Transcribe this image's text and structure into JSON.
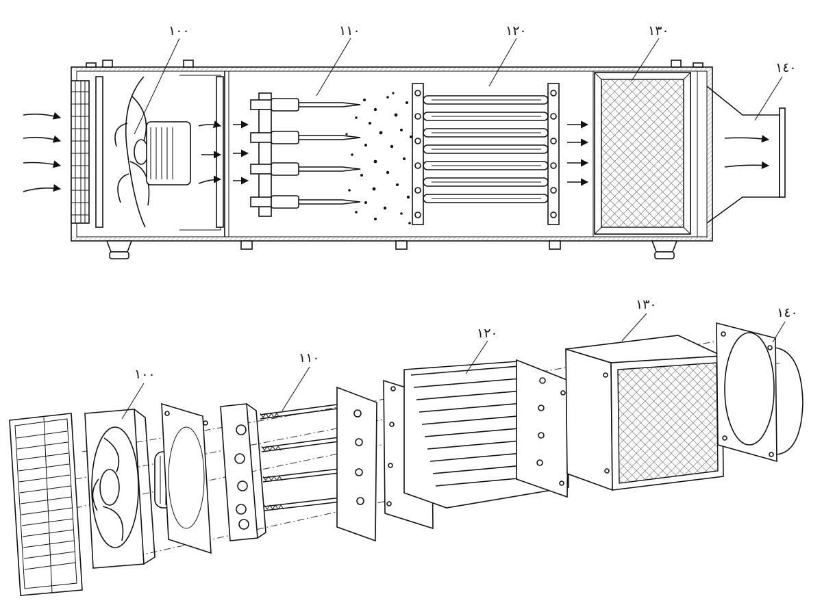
{
  "top_view": {
    "labels": {
      "fan": "١٠٠",
      "ionizer": "١١٠",
      "collector": "١٢٠",
      "filter": "١٣٠",
      "outlet": "١٤٠"
    }
  },
  "exploded_view": {
    "labels": {
      "fan": "١٠٠",
      "ionizer": "١١٠",
      "collector": "١٢٠",
      "filter": "١٣٠",
      "outlet": "١٤٠"
    }
  }
}
